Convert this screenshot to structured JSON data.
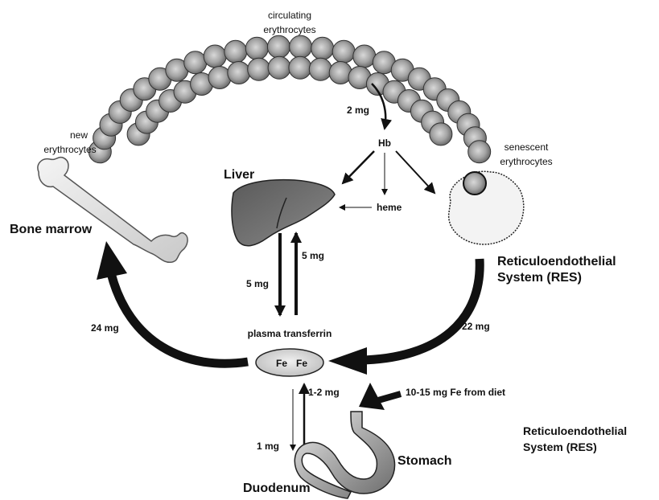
{
  "labels": {
    "circulating_1": "circulating",
    "circulating_2": "erythrocytes",
    "new_1": "new",
    "new_2": "erythrocytes",
    "senescent_1": "senescent",
    "senescent_2": "erythrocytes",
    "hb": "Hb",
    "heme": "heme",
    "two_mg": "2 mg",
    "liver": "Liver",
    "bone_marrow": "Bone marrow",
    "res_1": "Reticuloendothelial",
    "res_2": "System  (RES)",
    "liver_up_mg": "5 mg",
    "liver_down_mg": "5 mg",
    "plasma_transferrin": "plasma transferrin",
    "fe_left": "Fe",
    "fe_right": "Fe",
    "marrow_mg": "24  mg",
    "res_mg": "22 mg",
    "duodenum_up_mg": "1-2 mg",
    "duodenum_down_mg": "1 mg",
    "diet": "10-15 mg Fe from diet",
    "stomach": "Stomach",
    "duodenum": "Duodenum",
    "res2_1": "Reticuloendothelial",
    "res2_2": "System  (RES)"
  },
  "colors": {
    "arrow": "#111111",
    "cell_dark": "#6e6e6e",
    "cell_light": "#d4d4d4",
    "liver": "#6a6a6a",
    "res_fill": "#f2f2f2"
  }
}
